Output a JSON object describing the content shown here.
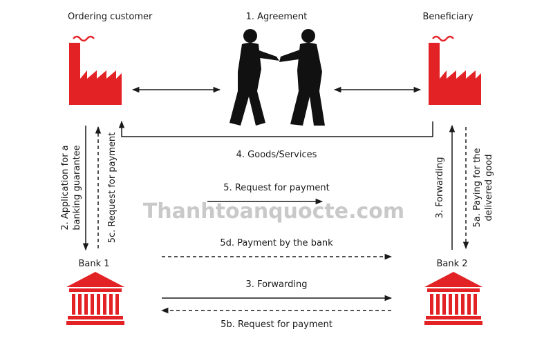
{
  "labels": {
    "ordering_customer": "Ordering customer",
    "agreement": "1. Agreement",
    "beneficiary": "Beneficiary",
    "goods_services": "4. Goods/Services",
    "application_line1": "2. Application for a",
    "application_line2": "banking guarantee",
    "request_5c": "5c. Request for payment",
    "forwarding_vertical": "3. Forwarding",
    "paying_line1": "5a. Paying for the",
    "paying_line2": "delivered good",
    "request_5": "5. Request for payment",
    "payment_5d": "5d. Payment by the bank",
    "bank1": "Bank 1",
    "bank2": "Bank 2",
    "forwarding_3": "3. Forwarding",
    "request_5b": "5b. Request for payment",
    "watermark": "Thanhtoanquocte.com"
  },
  "icons": {
    "customer": "factory-icon",
    "beneficiary": "factory-icon",
    "agreement": "handshake-icon",
    "bank1": "bank-building-icon",
    "bank2": "bank-building-icon"
  },
  "colors": {
    "icon_red": "#e32226",
    "text": "#1a1a1a",
    "arrow": "#1a1a1a",
    "watermark": "#c9c9c9"
  }
}
